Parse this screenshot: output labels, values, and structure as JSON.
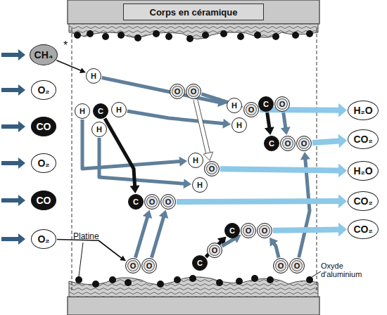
{
  "diagram": {
    "nodes": [
      {
        "text": [
          "Corps en céramique"
        ]
      },
      {
        "text": [
          "CH₄"
        ]
      },
      {
        "text": [
          "O₂"
        ]
      },
      {
        "text": [
          "CO"
        ]
      },
      {
        "text": [
          "O₂"
        ]
      },
      {
        "text": [
          "CO"
        ]
      },
      {
        "text": [
          "O₂"
        ]
      },
      {
        "text": [
          "H"
        ]
      },
      {
        "text": [
          "H"
        ]
      },
      {
        "text": [
          "C"
        ]
      },
      {
        "text": [
          "H"
        ]
      },
      {
        "text": [
          "H"
        ]
      },
      {
        "text": [
          "O"
        ]
      },
      {
        "text": [
          "O"
        ]
      },
      {
        "text": [
          "H"
        ]
      },
      {
        "text": [
          "O"
        ]
      },
      {
        "text": [
          "H"
        ]
      },
      {
        "text": [
          "C"
        ]
      },
      {
        "text": [
          "O"
        ]
      },
      {
        "text": [
          "C"
        ]
      },
      {
        "text": [
          "O"
        ]
      },
      {
        "text": [
          "O"
        ]
      },
      {
        "text": [
          "H"
        ]
      },
      {
        "text": [
          "O"
        ]
      },
      {
        "text": [
          "H"
        ]
      },
      {
        "text": [
          "C"
        ]
      },
      {
        "text": [
          "O"
        ]
      },
      {
        "text": [
          "O"
        ]
      },
      {
        "text": [
          "C"
        ]
      },
      {
        "text": [
          "O"
        ]
      },
      {
        "text": [
          "O"
        ]
      },
      {
        "text": [
          "O"
        ]
      },
      {
        "text": [
          "O"
        ]
      },
      {
        "text": [
          "C"
        ]
      },
      {
        "text": [
          "O"
        ]
      },
      {
        "text": [
          "O"
        ]
      },
      {
        "text": [
          "O"
        ]
      },
      {
        "text": [
          "H₂O"
        ]
      },
      {
        "text": [
          "CO₂"
        ]
      },
      {
        "text": [
          "H₂O"
        ]
      },
      {
        "text": [
          "CO₂"
        ]
      },
      {
        "text": [
          "CO₂"
        ]
      }
    ],
    "edges": [
      {
        "from": 1,
        "to": 7,
        "arrow": "to"
      },
      {
        "from": 7,
        "to": 14,
        "arrow": "to"
      },
      {
        "from": 10,
        "to": 16,
        "arrow": "to"
      },
      {
        "from": 8,
        "to": 22,
        "arrow": "to"
      },
      {
        "from": 11,
        "to": 24,
        "arrow": "to"
      },
      {
        "from": 9,
        "to": 25,
        "arrow": "to"
      },
      {
        "from": 13,
        "to": 15,
        "arrow": "to"
      },
      {
        "from": 13,
        "to": 23,
        "arrow": "to"
      },
      {
        "from": 31,
        "to": 26,
        "arrow": "to"
      },
      {
        "from": 32,
        "to": 27,
        "arrow": "to"
      },
      {
        "from": 33,
        "to": 28,
        "arrow": "to"
      },
      {
        "from": 34,
        "to": 29,
        "arrow": "to"
      },
      {
        "from": 35,
        "to": 30,
        "arrow": "to"
      },
      {
        "from": 36,
        "to": 21,
        "arrow": "to"
      },
      {
        "from": 17,
        "to": 19,
        "arrow": "to"
      },
      {
        "from": 18,
        "to": 20,
        "arrow": "to"
      },
      {
        "from": 15,
        "to": 37,
        "arrow": "to"
      },
      {
        "from": 21,
        "to": 38,
        "arrow": "to"
      },
      {
        "from": 23,
        "to": 39,
        "arrow": "to"
      },
      {
        "from": 27,
        "to": 40,
        "arrow": "to"
      },
      {
        "from": 30,
        "to": 41,
        "arrow": "to"
      },
      {
        "from": 6,
        "to": 31,
        "arrow": "to"
      }
    ],
    "labels": [
      "*",
      "Platine",
      "Oxyde d'aluminium"
    ]
  }
}
